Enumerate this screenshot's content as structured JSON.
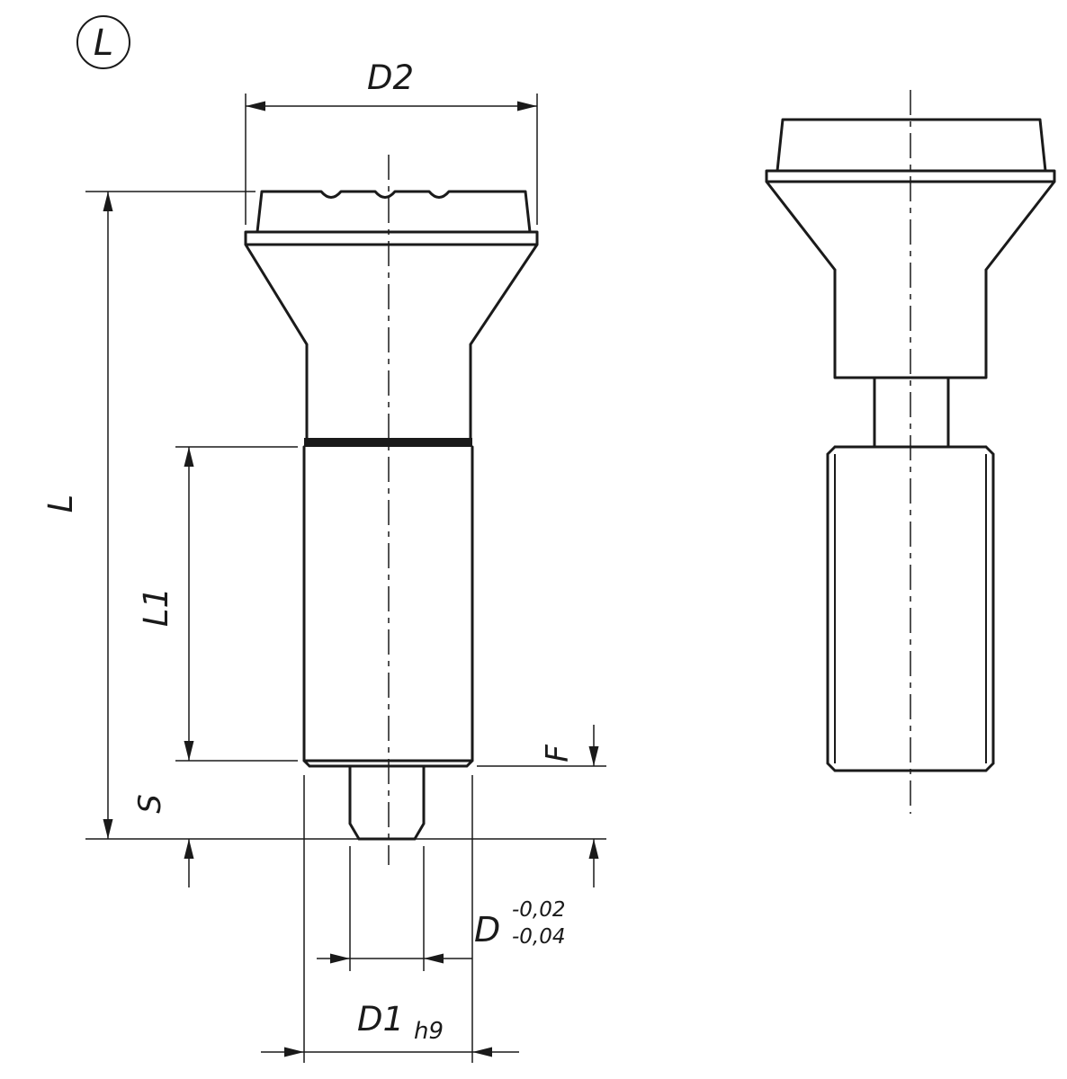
{
  "form_symbol": {
    "letter": "L"
  },
  "dimensions": {
    "d2": "D2",
    "length_l": "L",
    "length_l1": "L1",
    "s": "S",
    "f": "F",
    "pin_diameter": "D",
    "pin_tolerance_upper": "-0,02",
    "pin_tolerance_lower": "-0,04",
    "body_diameter": "D1",
    "body_fit": "h9"
  },
  "colors": {
    "line": "#1a1a1a",
    "background": "#ffffff"
  }
}
